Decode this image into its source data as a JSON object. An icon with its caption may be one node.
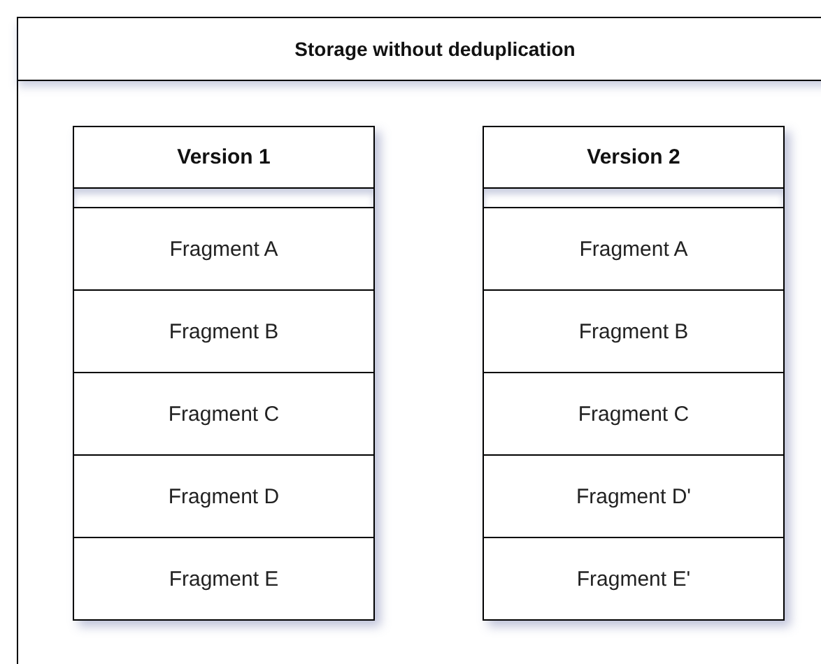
{
  "diagram": {
    "nodes": [
      {
        "text": [
          "Storage without deduplication"
        ]
      },
      {
        "text": [
          "Version 1"
        ],
        "in": 0
      },
      {
        "text": [
          "Fragment A"
        ],
        "in": 1
      },
      {
        "text": [
          "Fragment B"
        ],
        "in": 1
      },
      {
        "text": [
          "Fragment C"
        ],
        "in": 1
      },
      {
        "text": [
          "Fragment D"
        ],
        "in": 1
      },
      {
        "text": [
          "Fragment E"
        ],
        "in": 1
      },
      {
        "text": [
          "Version 2"
        ],
        "in": 0
      },
      {
        "text": [
          "Fragment A"
        ],
        "in": 7
      },
      {
        "text": [
          "Fragment B"
        ],
        "in": 7
      },
      {
        "text": [
          "Fragment C"
        ],
        "in": 7
      },
      {
        "text": [
          "Fragment D'"
        ],
        "in": 7
      },
      {
        "text": [
          "Fragment E'"
        ],
        "in": 7
      }
    ]
  }
}
